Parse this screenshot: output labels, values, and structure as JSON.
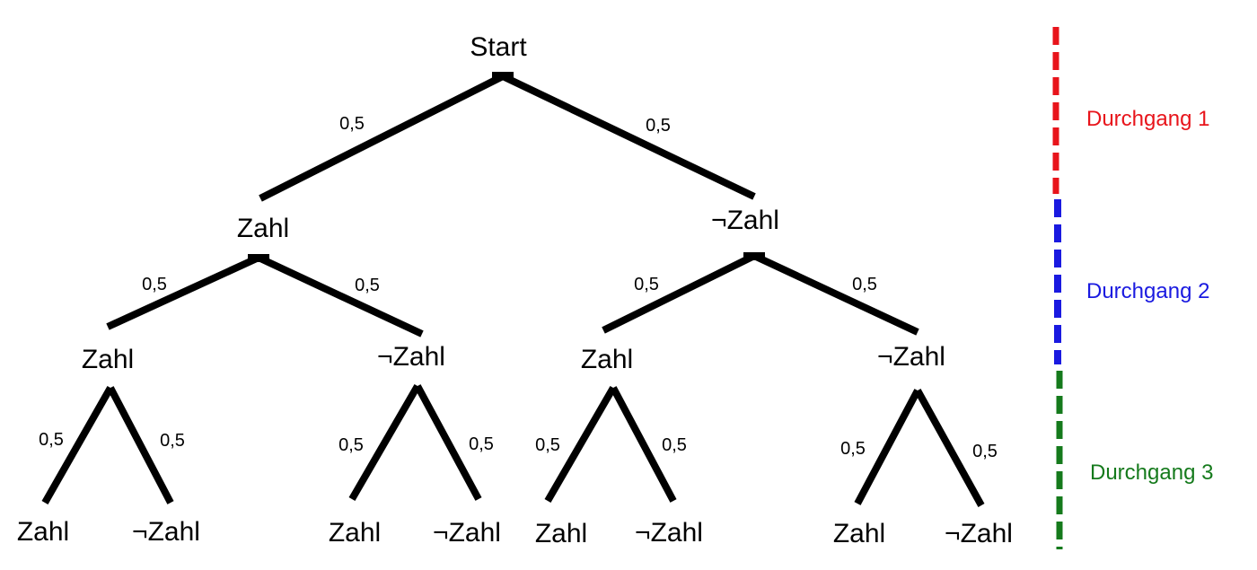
{
  "tree": {
    "root": "Start",
    "level1": [
      "Zahl",
      "¬Zahl"
    ],
    "level2": [
      "Zahl",
      "¬Zahl",
      "Zahl",
      "¬Zahl"
    ],
    "level3": [
      "Zahl",
      "¬Zahl",
      "Zahl",
      "¬Zahl",
      "Zahl",
      "¬Zahl",
      "Zahl",
      "¬Zahl"
    ],
    "edge_probs": {
      "level1": [
        "0,5",
        "0,5"
      ],
      "level2": [
        "0,5",
        "0,5",
        "0,5",
        "0,5"
      ],
      "level3": [
        "0,5",
        "0,5",
        "0,5",
        "0,5",
        "0,5",
        "0,5",
        "0,5",
        "0,5"
      ]
    }
  },
  "stages": [
    {
      "label": "Durchgang 1",
      "color": "#e8141b"
    },
    {
      "label": "Durchgang 2",
      "color": "#1a1ae0"
    },
    {
      "label": "Durchgang 3",
      "color": "#157a1c"
    }
  ]
}
